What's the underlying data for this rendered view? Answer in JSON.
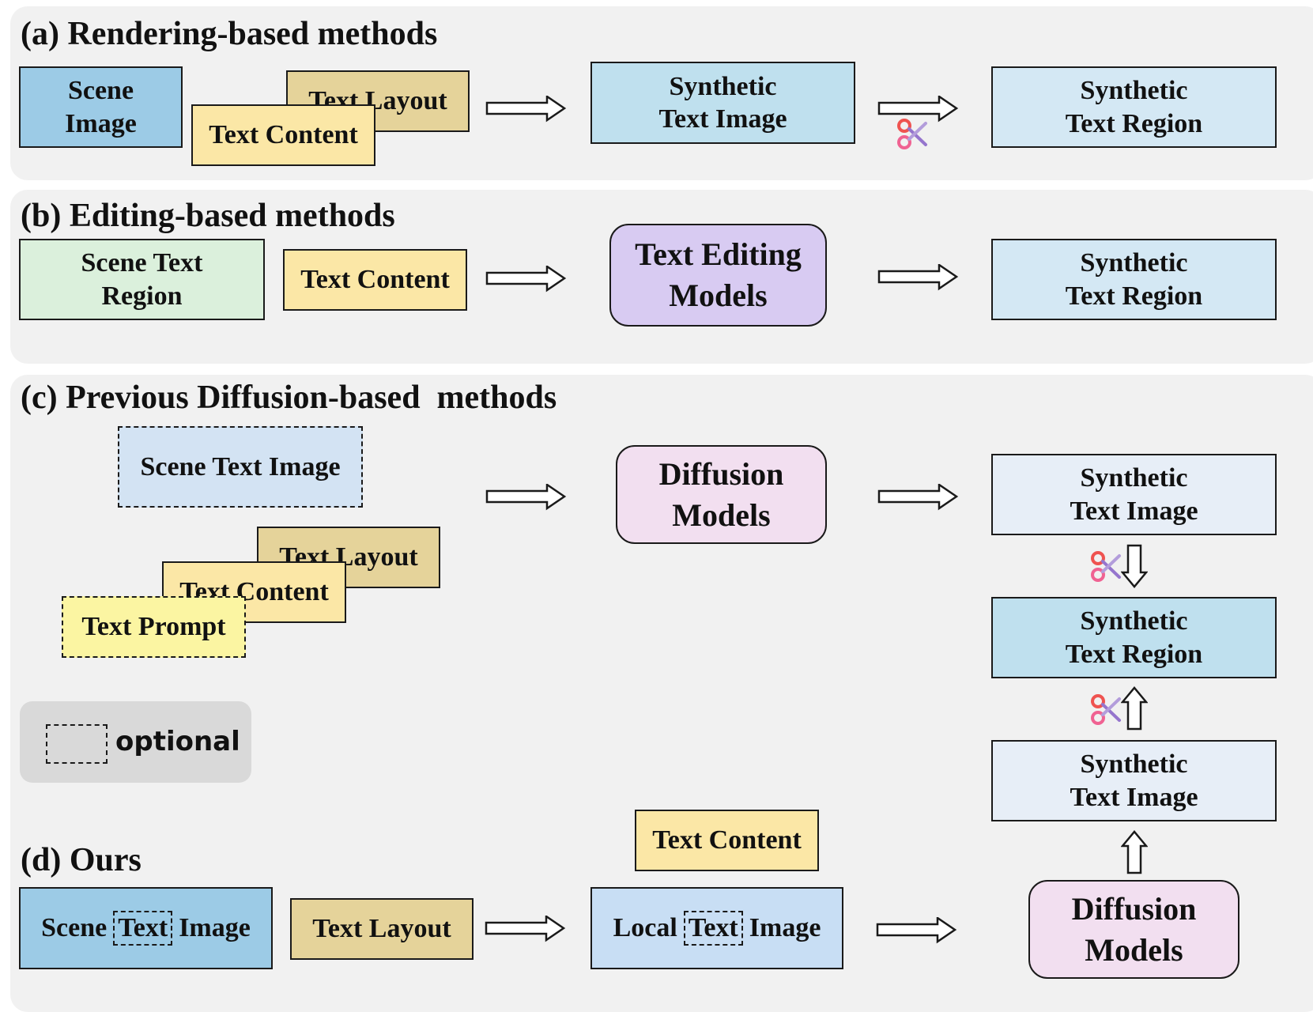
{
  "panel_a": {
    "title": "(a) Rendering-based methods",
    "scene_image": "Scene\nImage",
    "text_layout": "Text Layout",
    "text_content": "Text Content",
    "synthetic_text_image": "Synthetic\nText Image",
    "synthetic_text_region": "Synthetic\nText Region"
  },
  "panel_b": {
    "title": "(b) Editing-based methods",
    "scene_text_region": "Scene Text\nRegion",
    "text_content": "Text Content",
    "text_editing_models": "Text Editing\nModels",
    "synthetic_text_region": "Synthetic\nText Region"
  },
  "panel_c": {
    "title": "(c) Previous Diffusion-based  methods",
    "scene_text_image": "Scene Text Image",
    "text_layout": "Text Layout",
    "text_content": "Text Content",
    "text_prompt": "Text Prompt",
    "diffusion_models": "Diffusion\nModels",
    "synthetic_text_image": "Synthetic\nText Image",
    "synthetic_text_region": "Synthetic\nText Region",
    "legend_optional": "optional"
  },
  "panel_d": {
    "title": "(d) Ours",
    "scene_word1": "Scene",
    "scene_word2": "Text",
    "scene_word3": "Image",
    "text_layout": "Text Layout",
    "text_content": "Text Content",
    "local_word1": "Local",
    "local_word2": "Text",
    "local_word3": "Image",
    "diffusion_models": "Diffusion\nModels",
    "synthetic_text_image": "Synthetic\nText Image"
  },
  "colors": {
    "panel_bg": "#f1f1f1",
    "scene_image": "#9ccbe6",
    "text_layout": "#e5d39a",
    "text_content": "#fbe7a6",
    "text_editing_models": "#d8cbf2",
    "diffusion_models": "#f2dff0",
    "text_prompt": "#fbf5a2"
  },
  "icons": [
    "scissors-icon"
  ]
}
